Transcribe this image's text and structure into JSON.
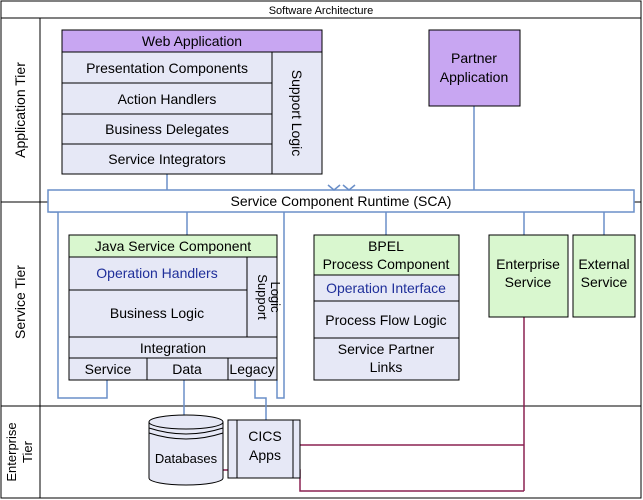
{
  "title": "Software Architecture",
  "tiers": {
    "application": "Application Tier",
    "service": "Service Tier",
    "enterprise_line1": "Enterprise",
    "enterprise_line2": "Tier"
  },
  "web_app": {
    "title": "Web Application",
    "rows": [
      "Presentation Components",
      "Action Handlers",
      "Business Delegates",
      "Service Integrators"
    ],
    "support_logic": "Support Logic"
  },
  "partner_app": {
    "line1": "Partner",
    "line2": "Application"
  },
  "sca_bus": "Service Component Runtime (SCA)",
  "java_component": {
    "title": "Java Service Component",
    "operation_handlers": "Operation Handlers",
    "business_logic": "Business Logic",
    "support_line1": "Support",
    "support_line2": "Logic",
    "integration": "Integration",
    "service": "Service",
    "data": "Data",
    "legacy": "Legacy"
  },
  "bpel_component": {
    "title_line1": "BPEL",
    "title_line2": "Process Component",
    "operation_interface": "Operation Interface",
    "process_flow_logic": "Process Flow Logic",
    "partner_line1": "Service Partner",
    "partner_line2": "Links"
  },
  "enterprise_service": {
    "line1": "Enterprise",
    "line2": "Service"
  },
  "external_service": {
    "line1": "External",
    "line2": "Service"
  },
  "databases": "Databases",
  "cics": {
    "line1": "CICS",
    "line2": "Apps"
  },
  "colors": {
    "purple": "#c8a6f2",
    "green": "#d9f7cf",
    "lavender": "#e6e8f6",
    "blue_line": "#6a8fc8",
    "maroon_line": "#8b2252",
    "label_blue": "#1f2f9a"
  }
}
